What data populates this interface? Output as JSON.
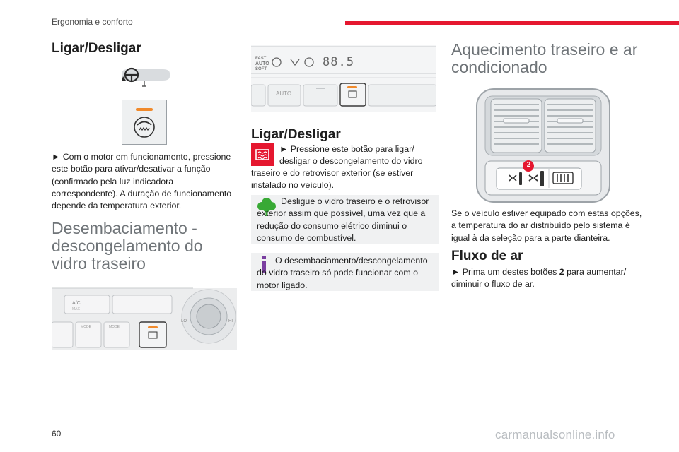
{
  "header": {
    "section": "Ergonomia e conforto",
    "accent_color": "#e5172f"
  },
  "col1": {
    "heading": "Ligar/Desligar",
    "paragraph": "► Com o motor em funcionamento, pressione este botão para ativar/desativar a função (confirmado pela luz indicadora correspondente). A duração de funcionamento depende da temperatura exterior.",
    "section_title": "Desembaciamento - descongelamento do vidro traseiro",
    "panel_labels": {
      "ac": "A/C",
      "max": "MAX",
      "mode1": "MODE",
      "mode2": "MODE",
      "lo": "LO",
      "hi": "HI"
    }
  },
  "col2": {
    "display_labels": {
      "fast": "FAST",
      "auto": "AUTO",
      "soft": "SOFT",
      "digits": "88.5",
      "auto_button": "AUTO"
    },
    "heading": "Ligar/Desligar",
    "instruction_arrow": "► Pressione este botão para ligar/",
    "instruction_line1": "desligar o descongelamento do vidro",
    "instruction_rest": "traseiro e do retrovisor exterior (se estiver instalado no veículo).",
    "eco_note": "Desligue o vidro traseiro e o retrovisor exterior assim que possível, uma vez que a redução do consumo elétrico diminui o consumo de combustível.",
    "info_note": "O desembaciamento/descongelamento do vidro traseiro só pode funcionar com o motor ligado.",
    "eco_color": "#38a935",
    "info_color": "#7a3ea0"
  },
  "col3": {
    "section_title": "Aquecimento traseiro e ar condicionado",
    "callout": "2",
    "paragraph": "Se o veículo estiver equipado com estas opções, a temperatura do ar distribuído pelo sistema é igual à da seleção para a parte dianteira.",
    "heading": "Fluxo de ar",
    "airflow_pre": "► Prima um destes botões ",
    "airflow_bold": "2",
    "airflow_post": " para aumentar/ diminuir o fluxo de ar."
  },
  "footer": {
    "page_number": "60",
    "watermark": "carmanualsonline.info"
  }
}
